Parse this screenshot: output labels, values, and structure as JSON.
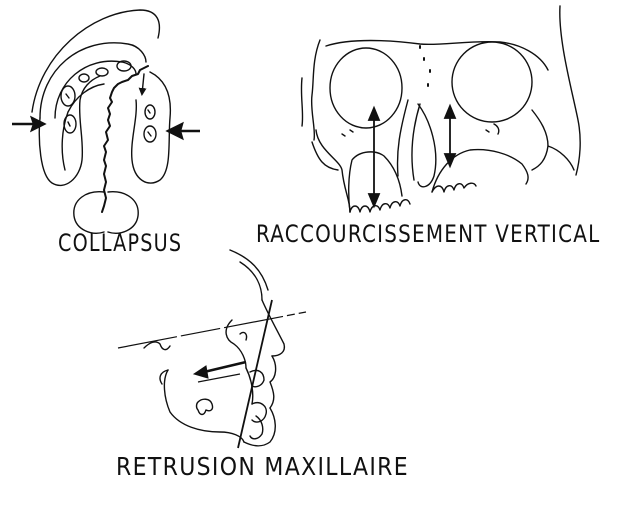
{
  "captions": {
    "collapsus": "COLLAPSUS",
    "raccourcissement": "RACCOURCISSEMENT VERTICAL",
    "retrusion": "RETRUSION MAXILLAIRE"
  },
  "colors": {
    "ink": "#111111",
    "background": "#ffffff"
  },
  "figures": [
    {
      "id": "collapsus",
      "depicts": "palate-arch-with-cleft",
      "icon": "palate-icon"
    },
    {
      "id": "raccourcissement-vertical",
      "depicts": "frontal-skull",
      "icon": "skull-icon"
    },
    {
      "id": "retrusion-maxillaire",
      "depicts": "facial-profile",
      "icon": "profile-icon"
    }
  ]
}
